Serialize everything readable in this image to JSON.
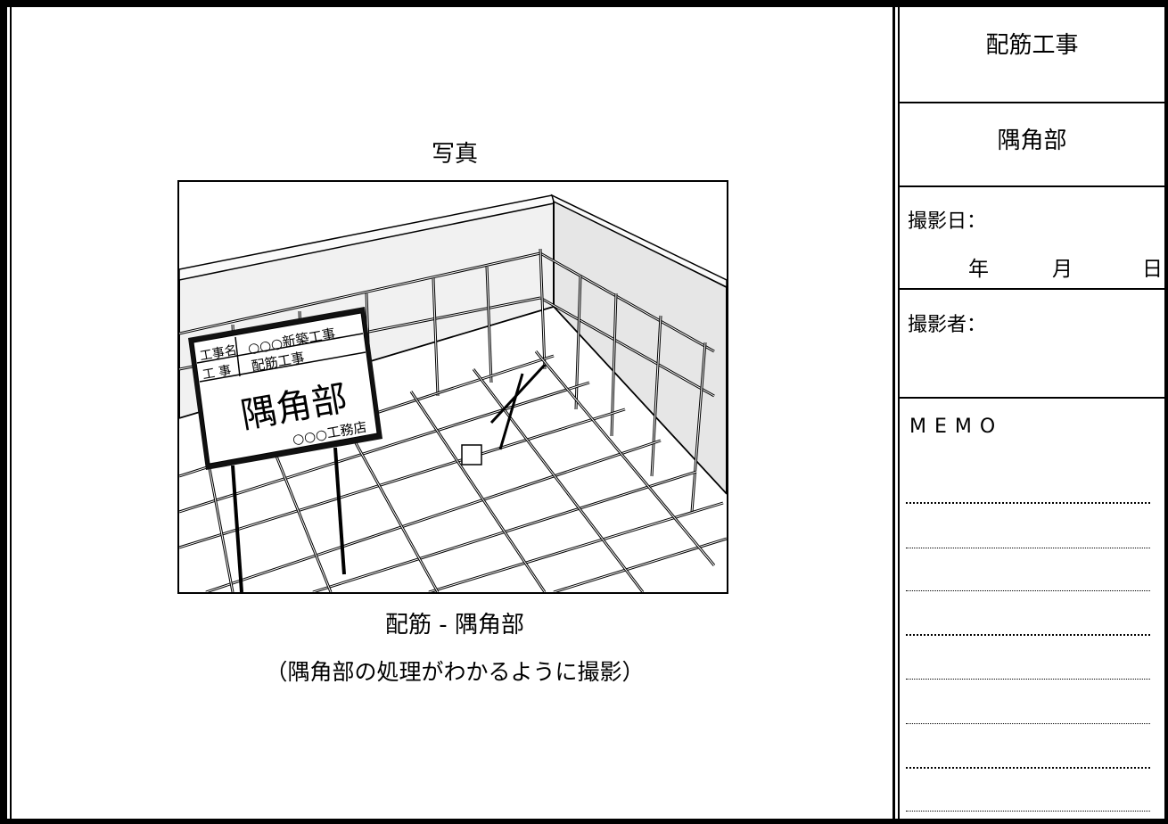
{
  "photo": {
    "heading": "写真",
    "caption": "配筋 - 隅角部",
    "subcaption": "（隅角部の処理がわかるように撮影）",
    "signboard": {
      "row1_label": "工事名",
      "row1_value": "○○○新築工事",
      "row2_label": "工 事",
      "row2_value": "配筋工事",
      "main_text": "隅角部",
      "company": "○○○工務店"
    }
  },
  "sidebar": {
    "work_type": "配筋工事",
    "location": "隅角部",
    "date_label": "撮影日：",
    "date_year": "年",
    "date_month": "月",
    "date_day": "日",
    "photographer_label": "撮影者：",
    "memo_label": "MEMO"
  }
}
